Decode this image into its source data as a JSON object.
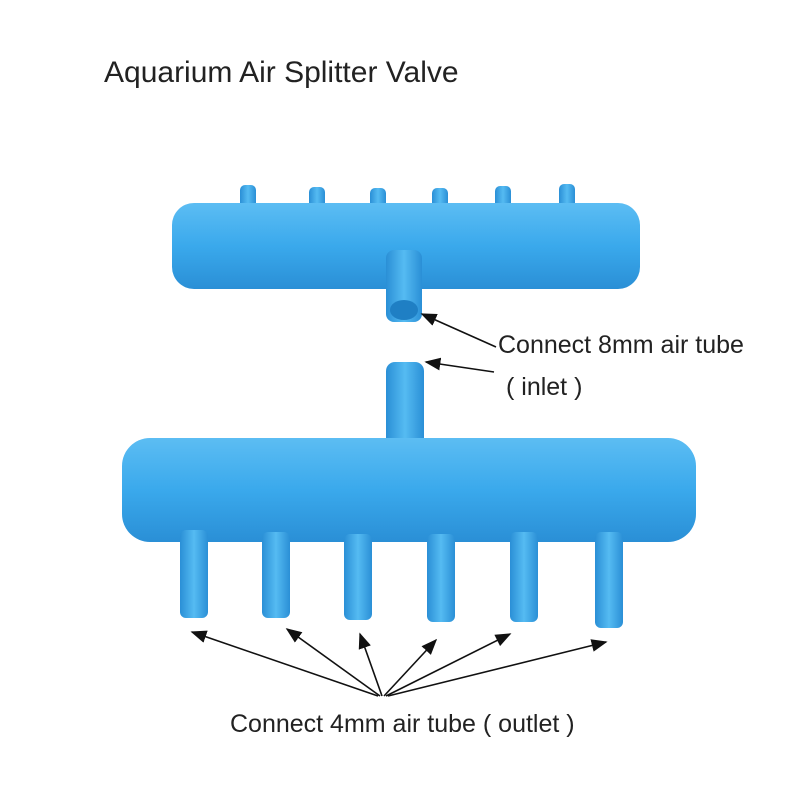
{
  "title": "Aquarium Air Splitter Valve",
  "labels": {
    "inlet_line1": "Connect 8mm air tube",
    "inlet_line2": "( inlet )",
    "outlet": "Connect 4mm air tube ( outlet )"
  },
  "colors": {
    "body": "#3aa9ec",
    "shade": "#2a8fd6",
    "highlight": "#6cc4f5"
  }
}
